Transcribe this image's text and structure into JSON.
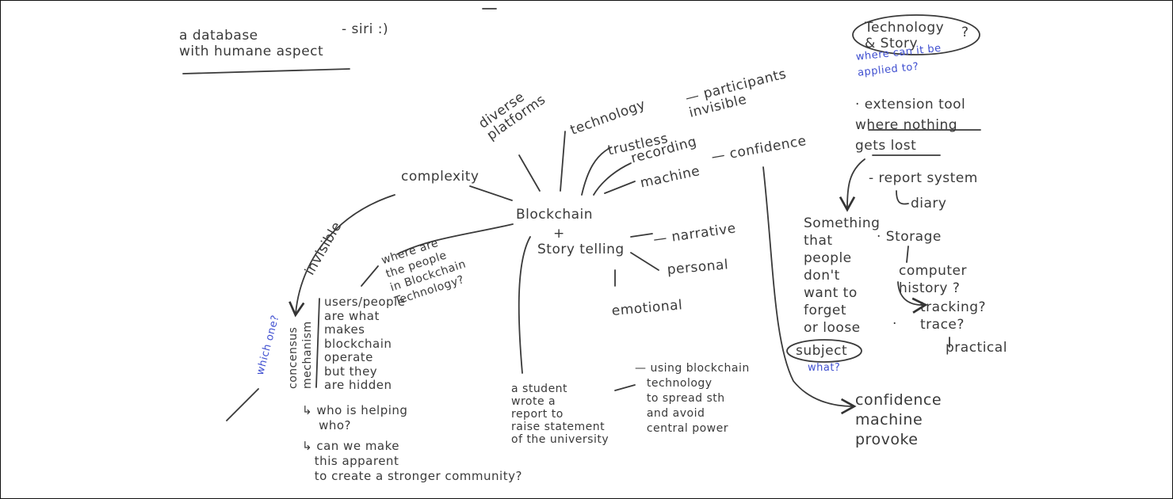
{
  "notes": {
    "database": "a database\nwith humane aspect",
    "siri": "- siri :)",
    "tech_story": "Technology\n& Story",
    "tech_story_q": "?",
    "where_applied": "where can it be\napplied to?",
    "extension": "· extension tool\nwhere nothing\ngets lost",
    "report_system": "- report system",
    "diary": "diary",
    "storage": "· Storage",
    "computer_history": "computer\nhistory ?",
    "tracking": "tracking?\ntrace?",
    "practical": "practical",
    "something": "Something\nthat\npeople\ndon't\nwant to\nforget\nor loose",
    "dot": "·",
    "subject": "subject",
    "what": "what?",
    "confidence_out": "confidence\nmachine\nprovoke",
    "diverse": "diverse\nplatforms",
    "technology": "technology",
    "trustless": "trustless",
    "participants": "— participants\ninvisible",
    "recording": "recording",
    "machine": "machine",
    "confidence": "— confidence",
    "complexity": "complexity",
    "blockchain": "Blockchain",
    "plus": "+",
    "storytelling": "Story telling",
    "narrative": "— narrative",
    "personal": "personal",
    "emotional": "emotional",
    "invisible": "invisible",
    "where_people": "where are\nthe people\nin Blockchain\nTechnology?",
    "users": "users/people\nare what\nmakes\nblockchain\noperate\nbut they\nare hidden",
    "consensus": "concensus\nmechanism",
    "which_one": "which one?",
    "who_helping": "↳ who is helping\n    who?",
    "can_we": "↳ can we make\n   this apparent\n   to create a stronger community?",
    "student": "a student\nwrote a\nreport to\nraise statement\nof the university",
    "using": "— using blockchain\n   technology\n   to spread sth\n   and avoid\n   central power"
  }
}
